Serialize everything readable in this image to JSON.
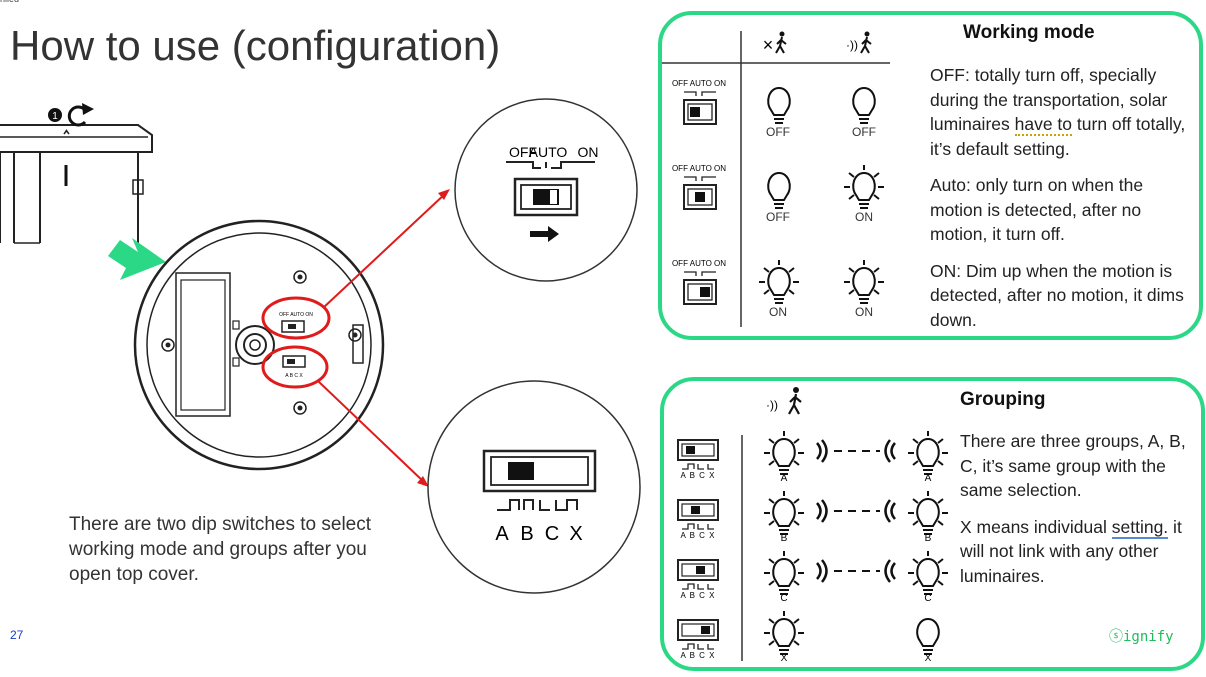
{
  "header": {
    "corner_label": "nlled",
    "title": "How to use (configuration)",
    "page_number": "27"
  },
  "description": "There are two dip switches to select working mode and groups after you open top cover.",
  "device": {
    "step_number": "1",
    "switch_labels": {
      "off": "OFF",
      "auto": "AUTO",
      "on": "ON"
    },
    "group_letters": [
      "A",
      "B",
      "C",
      "X"
    ]
  },
  "working_mode": {
    "title": "Working mode",
    "header_symbols": {
      "no_motion": "×",
      "motion": "·))"
    },
    "rows": [
      {
        "switch": "OFF AUTO ON",
        "no_motion": "OFF",
        "motion": "OFF"
      },
      {
        "switch": "OFF AUTO ON",
        "no_motion": "OFF",
        "motion": "ON"
      },
      {
        "switch": "OFF AUTO ON",
        "no_motion": "ON",
        "motion": "ON"
      }
    ],
    "paragraphs": [
      {
        "before": "OFF: totally turn off, specially during the transportation, solar luminaires ",
        "marked": "have to",
        "after": " turn off totally, it’s default setting."
      },
      {
        "text": "Auto: only turn on when the motion is detected, after no motion, it turn off."
      },
      {
        "text": "ON: Dim up when the motion is detected, after no motion, it dims down."
      }
    ]
  },
  "grouping": {
    "title": "Grouping",
    "rows": [
      {
        "switch_letters": "A B C X",
        "left": "A",
        "right": "A",
        "linked": true
      },
      {
        "switch_letters": "A B C X",
        "left": "B",
        "right": "B",
        "linked": true
      },
      {
        "switch_letters": "A B C X",
        "left": "C",
        "right": "C",
        "linked": true
      },
      {
        "switch_letters": "A B C X",
        "left": "X",
        "right": "X",
        "linked": false
      }
    ],
    "paragraphs": [
      {
        "text": "There are three groups, A, B, C, it’s same group with the same selection."
      },
      {
        "before": "X means individual ",
        "marked": "setting.",
        "after": " it will not link with any other luminaires."
      }
    ],
    "brand": "ⓢignify"
  },
  "colors": {
    "accent": "#2bd886",
    "pointer": "#e01b1b",
    "brand": "#1bbd5e",
    "page_number": "#1a3cc8"
  }
}
